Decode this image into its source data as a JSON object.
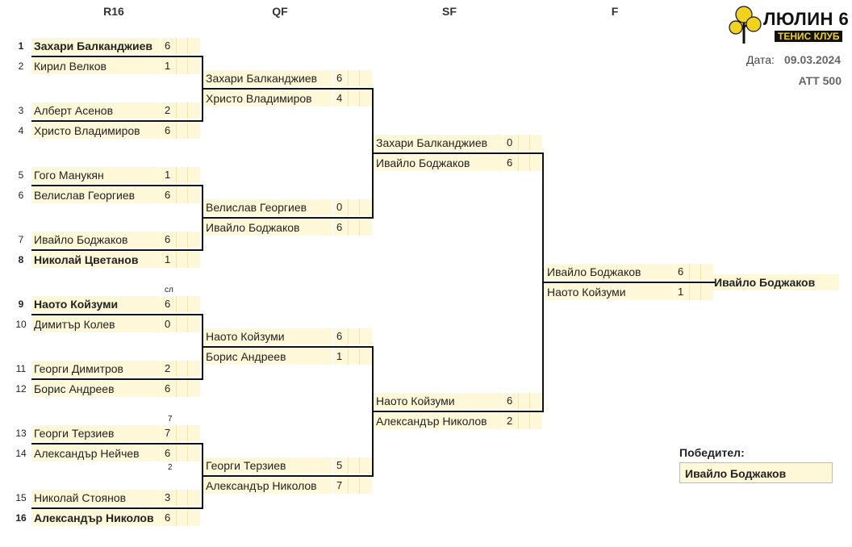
{
  "rounds": [
    "R16",
    "QF",
    "SF",
    "F"
  ],
  "logo": {
    "title": "ЛЮЛИН 6",
    "subtitle": "ТЕНИС КЛУБ"
  },
  "date_label": "Дата:",
  "date_value": "09.03.2024",
  "category": "ATT 500",
  "r16": [
    {
      "seed": "1",
      "name": "Захари Балканджиев",
      "score": "6",
      "bold": true
    },
    {
      "seed": "2",
      "name": "Кирил Велков",
      "score": "1"
    },
    {
      "seed": "3",
      "name": "Алберт Асенов",
      "score": "2"
    },
    {
      "seed": "4",
      "name": "Христо Владимиров",
      "score": "6"
    },
    {
      "seed": "5",
      "name": "Гого Манукян",
      "score": "1"
    },
    {
      "seed": "6",
      "name": "Велислав Георгиев",
      "score": "6"
    },
    {
      "seed": "7",
      "name": "Ивайло Боджаков",
      "score": "6"
    },
    {
      "seed": "8",
      "name": "Николай Цветанов",
      "score": "1",
      "bold": true
    },
    {
      "seed": "9",
      "name": "Наото Койзуми",
      "score": "6",
      "bold": true
    },
    {
      "seed": "10",
      "name": "Димитър Колев",
      "score": "0"
    },
    {
      "seed": "11",
      "name": "Георги Димитров",
      "score": "2"
    },
    {
      "seed": "12",
      "name": "Борис Андреев",
      "score": "6"
    },
    {
      "seed": "13",
      "name": "Георги Терзиев",
      "score": "7"
    },
    {
      "seed": "14",
      "name": "Александър Нейчев",
      "score": "6"
    },
    {
      "seed": "15",
      "name": "Николай Стоянов",
      "score": "3"
    },
    {
      "seed": "16",
      "name": "Александър Николов",
      "score": "6",
      "bold": true
    }
  ],
  "r16_notes": {
    "n9": "сл",
    "n13": "7",
    "n14": "2"
  },
  "qf": [
    {
      "name": "Захари Балканджиев",
      "score": "6"
    },
    {
      "name": "Христо Владимиров",
      "score": "4"
    },
    {
      "name": "Велислав Георгиев",
      "score": "0"
    },
    {
      "name": "Ивайло Боджаков",
      "score": "6"
    },
    {
      "name": "Наото Койзуми",
      "score": "6"
    },
    {
      "name": "Борис Андреев",
      "score": "1"
    },
    {
      "name": "Георги Терзиев",
      "score": "5"
    },
    {
      "name": "Александър Николов",
      "score": "7"
    }
  ],
  "sf": [
    {
      "name": "Захари Балканджиев",
      "score": "0"
    },
    {
      "name": "Ивайло Боджаков",
      "score": "6"
    },
    {
      "name": "Наото Койзуми",
      "score": "6"
    },
    {
      "name": "Александър Николов",
      "score": "2"
    }
  ],
  "final": [
    {
      "name": "Ивайло Боджаков",
      "score": "6"
    },
    {
      "name": "Наото Койзуми",
      "score": "1"
    }
  ],
  "champion": "Ивайло Боджаков",
  "winner_label": "Победител:",
  "winner_name": "Ивайло Боджаков"
}
